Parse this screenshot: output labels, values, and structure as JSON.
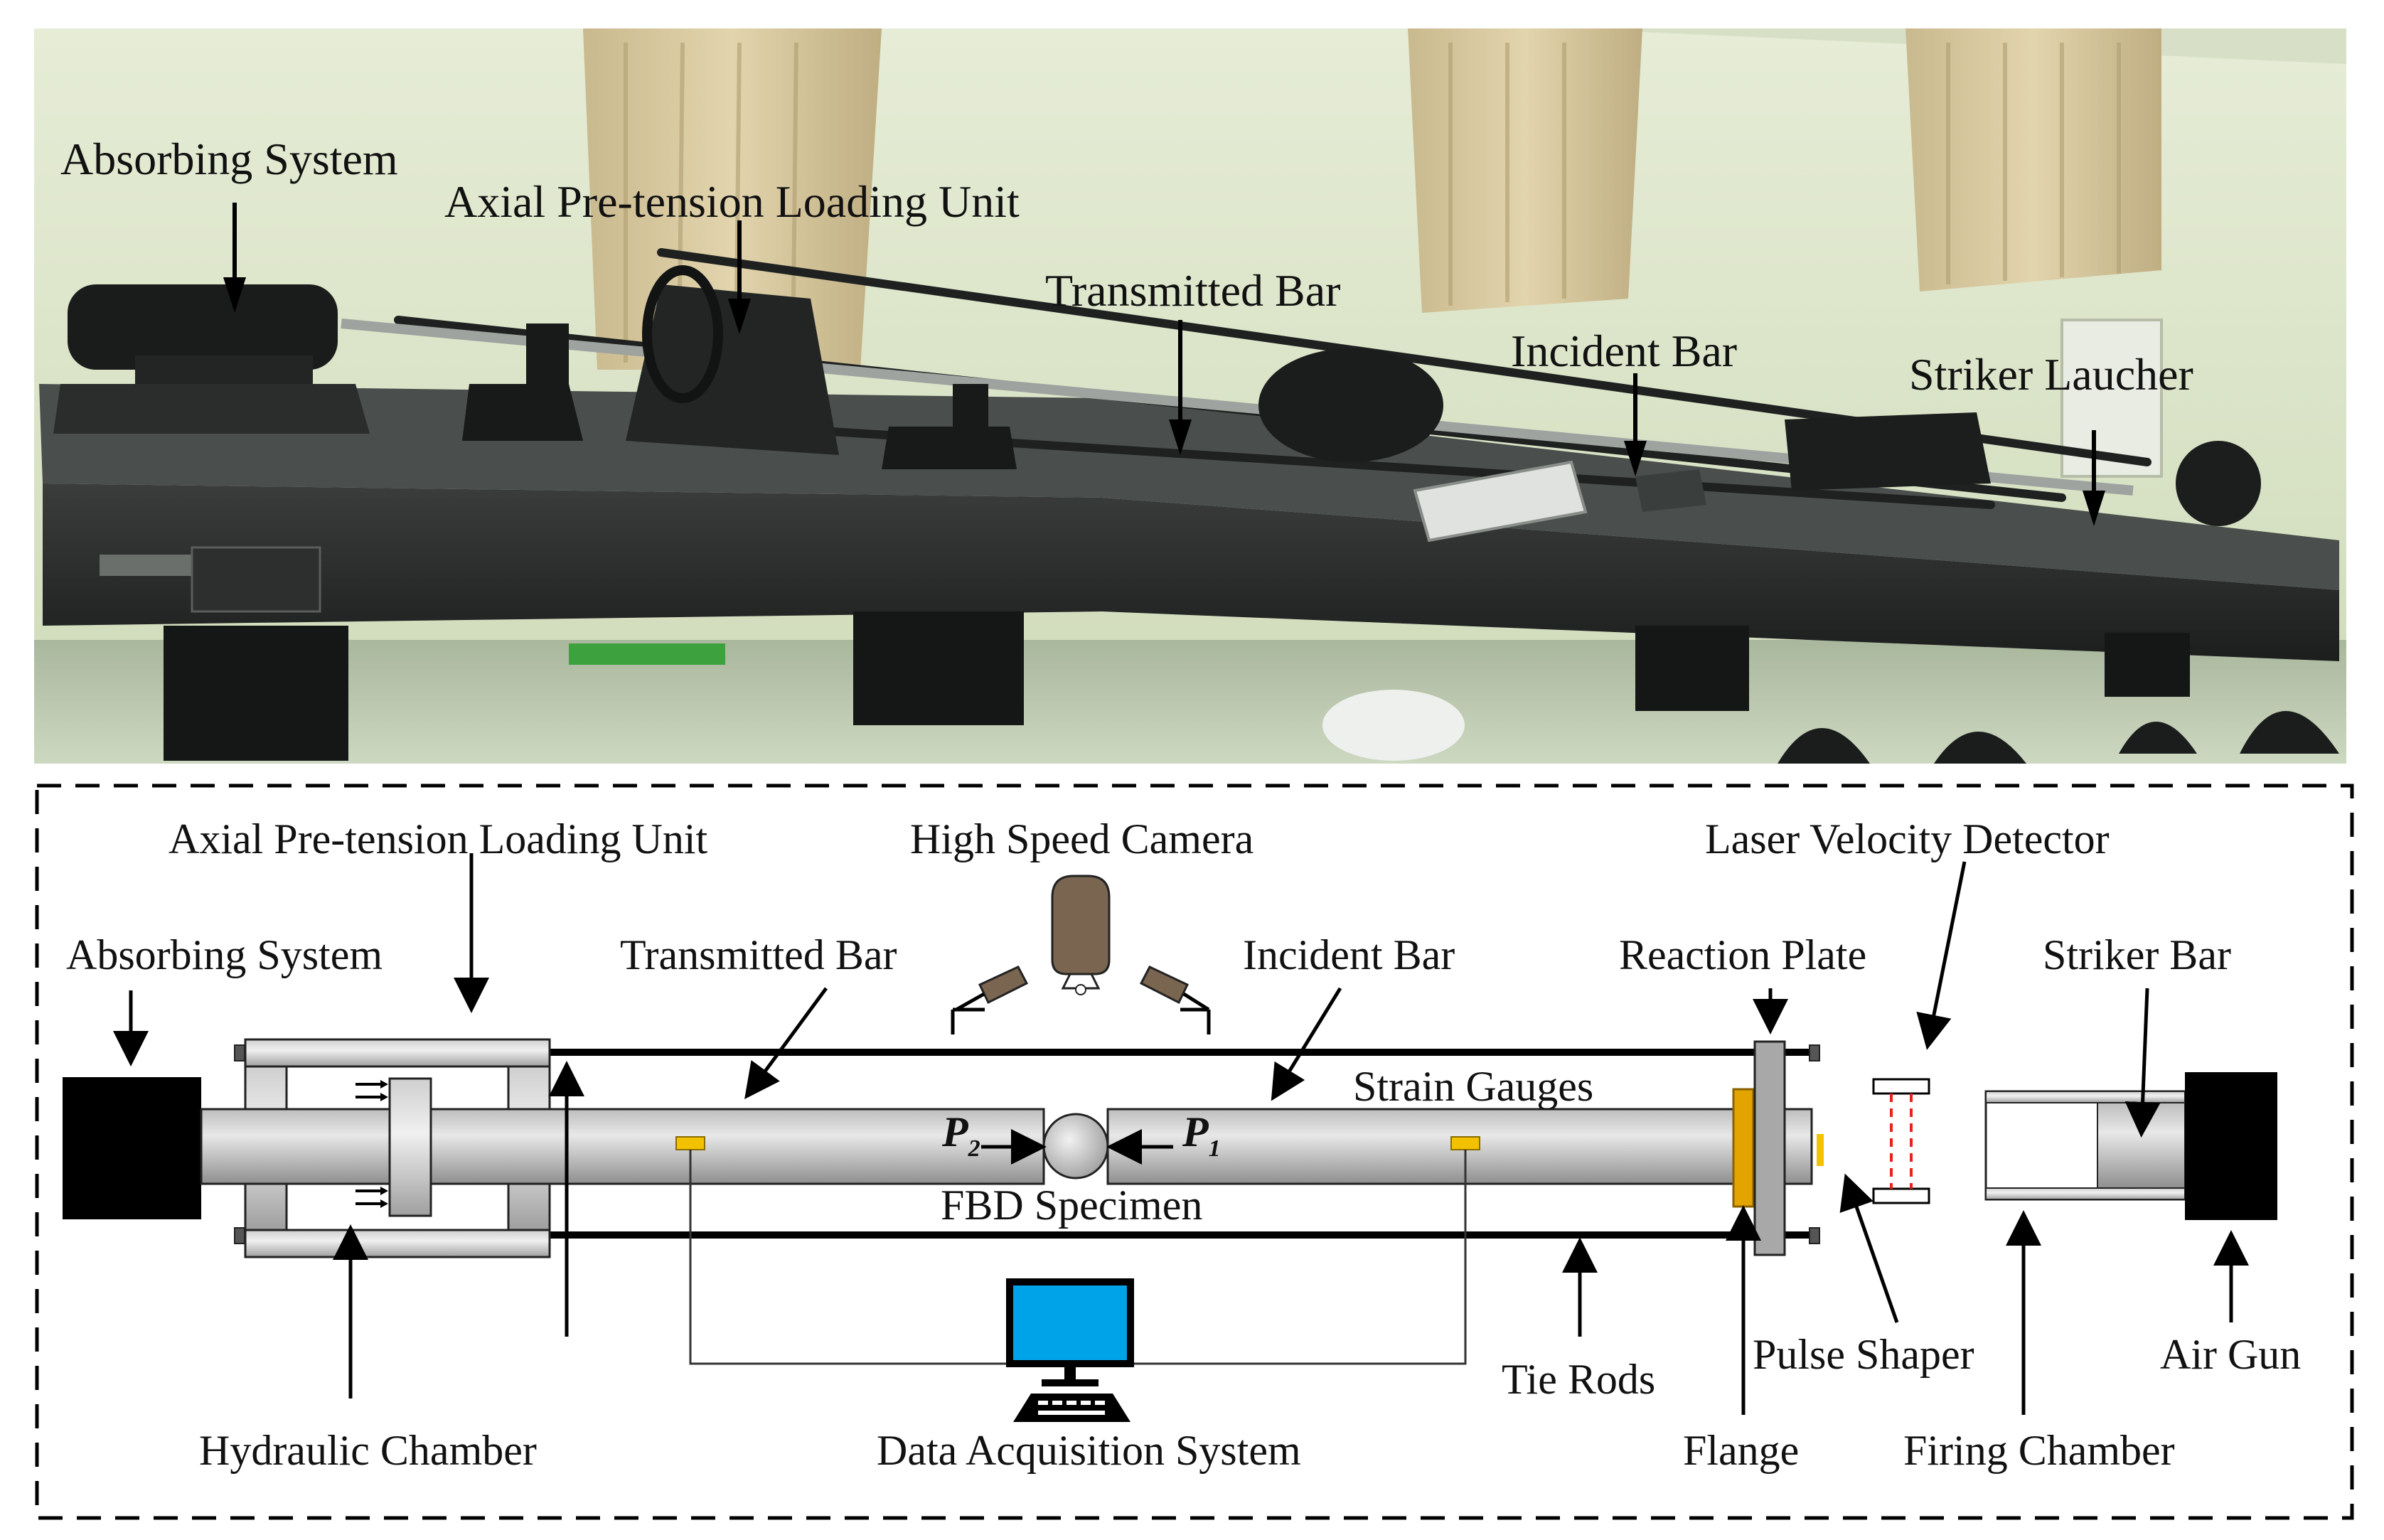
{
  "photo": {
    "labels": {
      "absorbing_system": "Absorbing System",
      "axial_unit": "Axial Pre-tension Loading Unit",
      "transmitted_bar": "Transmitted Bar",
      "incident_bar": "Incident Bar",
      "striker_launcher": "Striker Laucher"
    }
  },
  "schematic": {
    "labels": {
      "axial_unit": "Axial Pre-tension Loading Unit",
      "high_speed_camera": "High Speed Camera",
      "laser_velocity_detector": "Laser Velocity Detector",
      "absorbing_system": "Absorbing System",
      "transmitted_bar": "Transmitted Bar",
      "incident_bar": "Incident Bar",
      "reaction_plate": "Reaction Plate",
      "striker_bar": "Striker Bar",
      "strain_gauges": "Strain Gauges",
      "fbd_specimen": "FBD Specimen",
      "p2_main": "P",
      "p2_sub": "2",
      "p1_main": "P",
      "p1_sub": "1",
      "hydraulic_chamber": "Hydraulic Chamber",
      "data_acquisition": "Data Acquisition System",
      "tie_rods": "Tie Rods",
      "pulse_shaper": "Pulse Shaper",
      "air_gun": "Air Gun",
      "flange": "Flange",
      "firing_chamber": "Firing Chamber"
    }
  },
  "colors": {
    "bar_fill": "#a9a9a9",
    "gauge": "#f2c200",
    "flange": "#e3a400",
    "camera": "#7a6650",
    "monitor": "#00a2e8",
    "laser_beam": "#e8231c"
  }
}
